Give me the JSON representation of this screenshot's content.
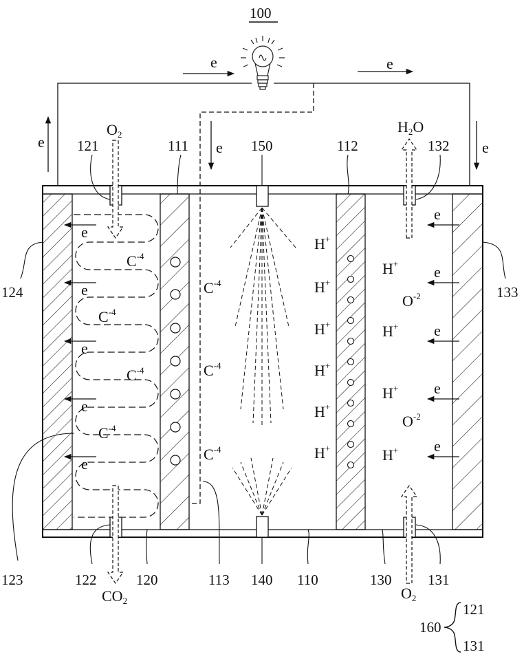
{
  "labels": {
    "lamp": "100",
    "ref_121": "121",
    "ref_111": "111",
    "ref_150": "150",
    "ref_112": "112",
    "ref_132": "132",
    "ref_124": "124",
    "ref_133": "133",
    "ref_123": "123",
    "ref_122": "122",
    "ref_120": "120",
    "ref_113": "113",
    "ref_140": "140",
    "ref_110": "110",
    "ref_130": "130",
    "ref_131": "131",
    "ref_160": "160",
    "brace_top": "121",
    "brace_bottom": "131"
  },
  "gases": {
    "o2_in_top": "O",
    "o2_out_bottom": "O",
    "o2_sub": "2",
    "h2o_h": "H",
    "h2o_sub": "2",
    "h2o_o": "O",
    "co2": "CO",
    "co2_sub": "2"
  },
  "symbols": {
    "electron": "e",
    "carbon": "C",
    "carbon_charge": "-4",
    "proton": "H",
    "proton_charge": "+",
    "oxygen": "O",
    "oxygen_charge": "-2"
  }
}
